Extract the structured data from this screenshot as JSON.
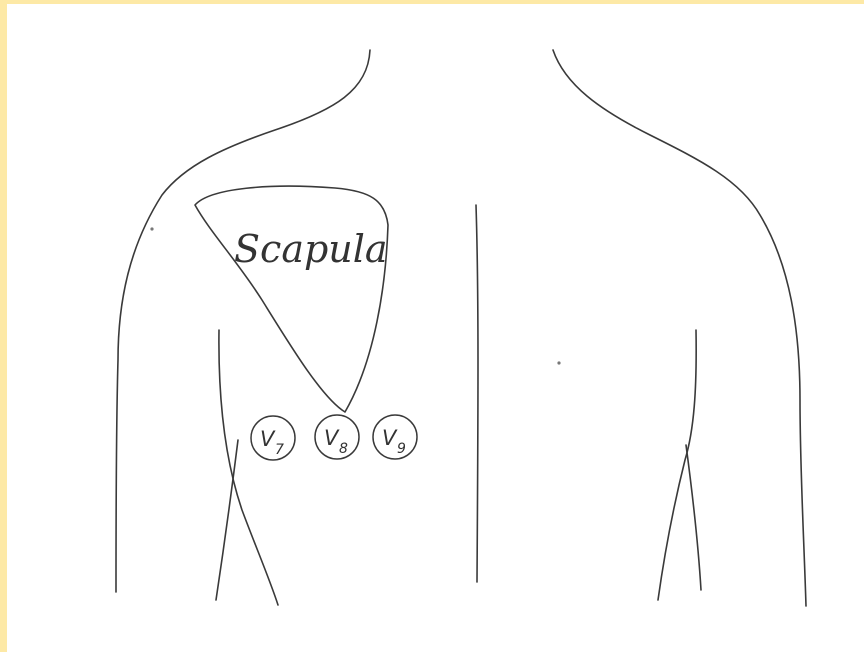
{
  "diagram": {
    "scapula_label": "Scapula",
    "leads": [
      {
        "letter": "V",
        "number": "7"
      },
      {
        "letter": "V",
        "number": "8"
      },
      {
        "letter": "V",
        "number": "9"
      }
    ]
  },
  "colors": {
    "border": "#fde9a6",
    "background": "#ffffff",
    "ink": "#3a3a3a"
  }
}
